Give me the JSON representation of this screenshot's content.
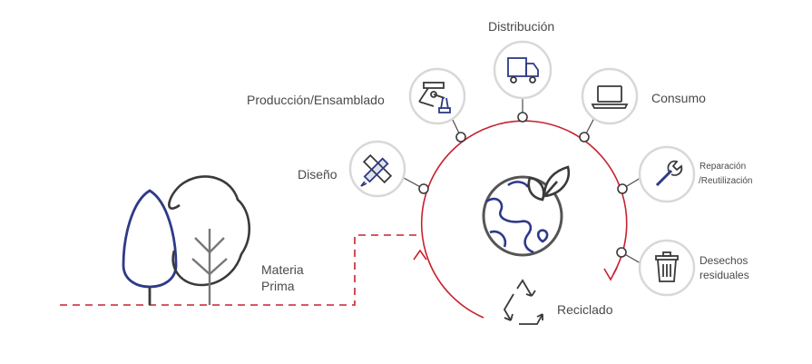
{
  "stages": {
    "materia_prima": {
      "line1": "Materia",
      "line2": "Prima"
    },
    "diseno": {
      "label": "Diseño"
    },
    "produccion": {
      "label": "Producción/Ensamblado"
    },
    "distribucion": {
      "label": "Distribución"
    },
    "consumo": {
      "label": "Consumo"
    },
    "reparacion": {
      "line1": "Reparación",
      "line2": "/Reutilización"
    },
    "desechos": {
      "line1": "Desechos",
      "line2": "residuales"
    },
    "reciclado": {
      "label": "Reciclado"
    }
  },
  "icons": {
    "diseno": "pencil-ruler-icon",
    "produccion": "robot-arm-icon",
    "distribucion": "truck-icon",
    "consumo": "laptop-icon",
    "reparacion": "wrench-icon",
    "desechos": "trash-bin-icon",
    "reciclado": "recycle-icon",
    "center": "earth-leaves-icon",
    "trees": "trees-icon"
  },
  "colors": {
    "navy": "#2e3a87",
    "red": "#c8202f",
    "dark": "#3a3a3a",
    "circle_border": "#d8d8d8"
  }
}
